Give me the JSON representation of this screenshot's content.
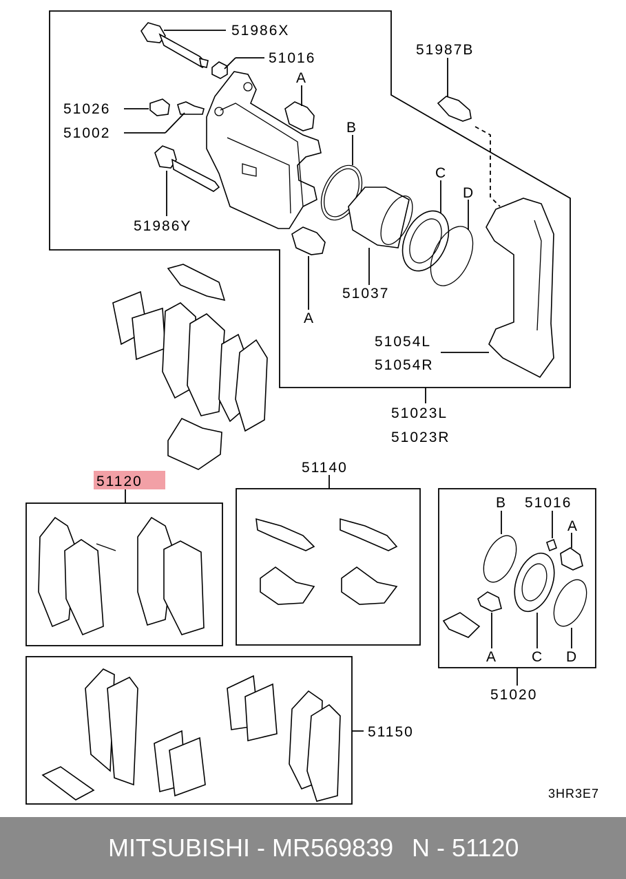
{
  "labels": {
    "p51986x": "51986X",
    "p51016_top": "51016",
    "p51987b": "51987B",
    "p51026": "51026",
    "p51002": "51002",
    "p51986y": "51986Y",
    "letter_a_top": "A",
    "letter_b_top": "B",
    "letter_c_top": "C",
    "letter_d_top": "D",
    "letter_a_bottom": "A",
    "p51037": "51037",
    "p51054l": "51054L",
    "p51054r": "51054R",
    "p51023l": "51023L",
    "p51023r": "51023R",
    "p51120": "51120",
    "p51140": "51140",
    "kit_b": "B",
    "kit_51016": "51016",
    "kit_a_top": "A",
    "kit_a_bottom": "A",
    "kit_c": "C",
    "kit_d": "D",
    "p51020": "51020",
    "p51150": "51150",
    "diagram_code": "3HR3E7"
  },
  "highlight_color": "#f2a0a6",
  "footer": {
    "brand_part": "MITSUBISHI - MR569839",
    "ref": "N - 51120",
    "background": "#8a8a8a"
  }
}
